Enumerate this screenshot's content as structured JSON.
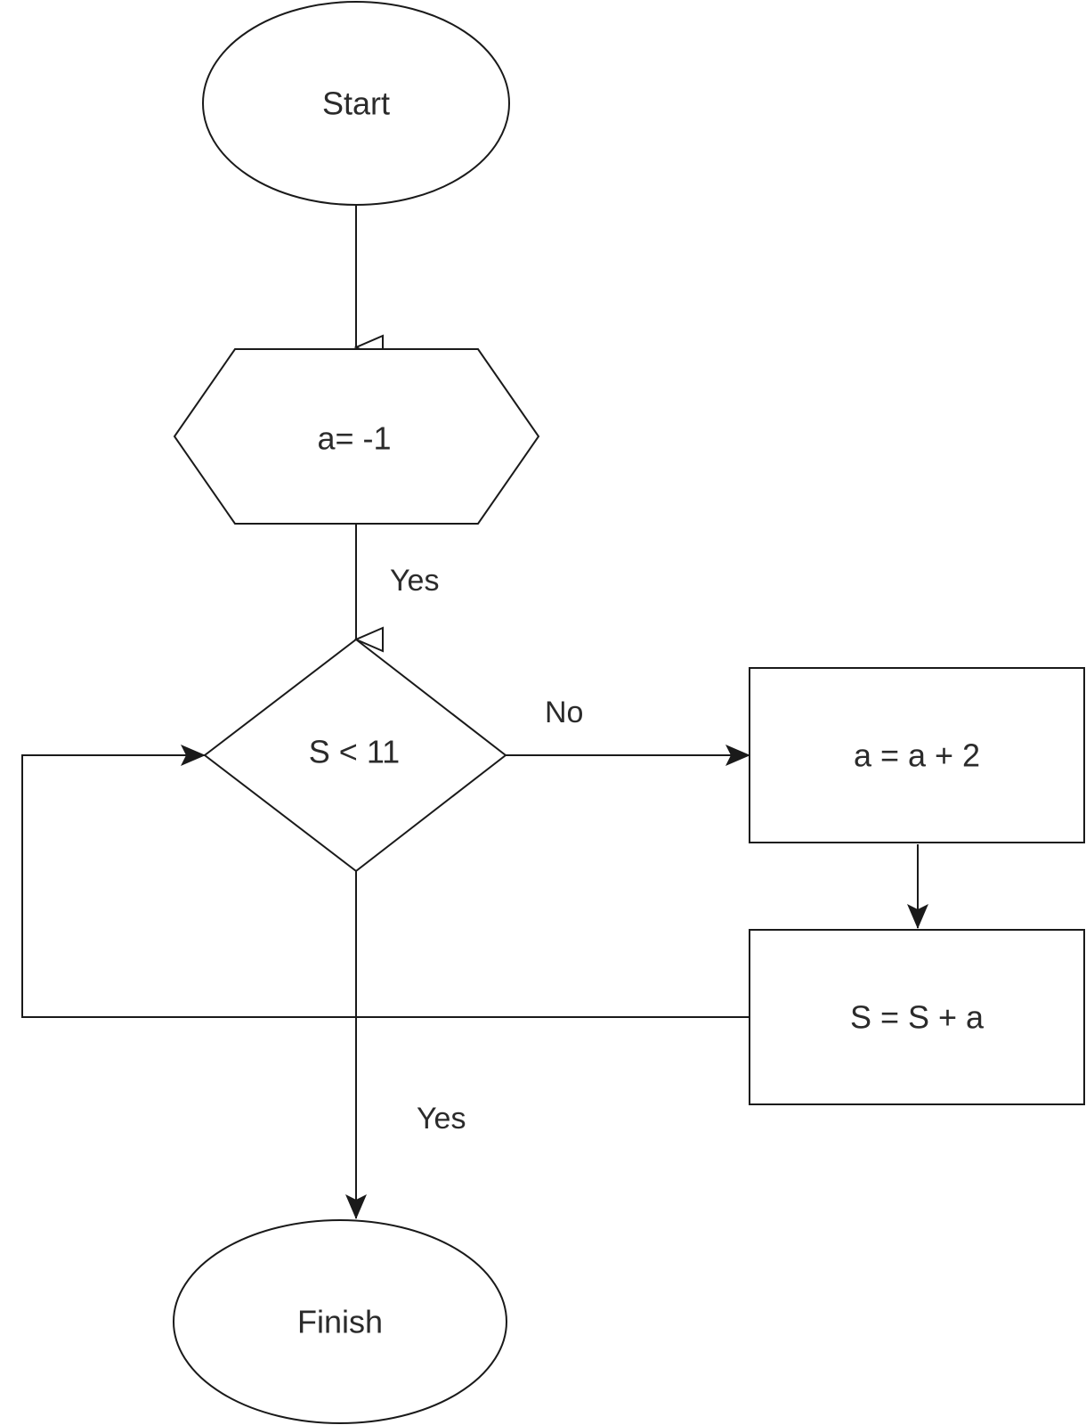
{
  "diagram": {
    "nodes": {
      "start": "Start",
      "init": "a= -1",
      "condition": "S < 11",
      "increment": "a = a + 2",
      "accumulate": "S = S + a",
      "finish": "Finish"
    },
    "edge_labels": {
      "init_to_condition": "Yes",
      "condition_no": "No",
      "condition_yes": "Yes"
    }
  }
}
